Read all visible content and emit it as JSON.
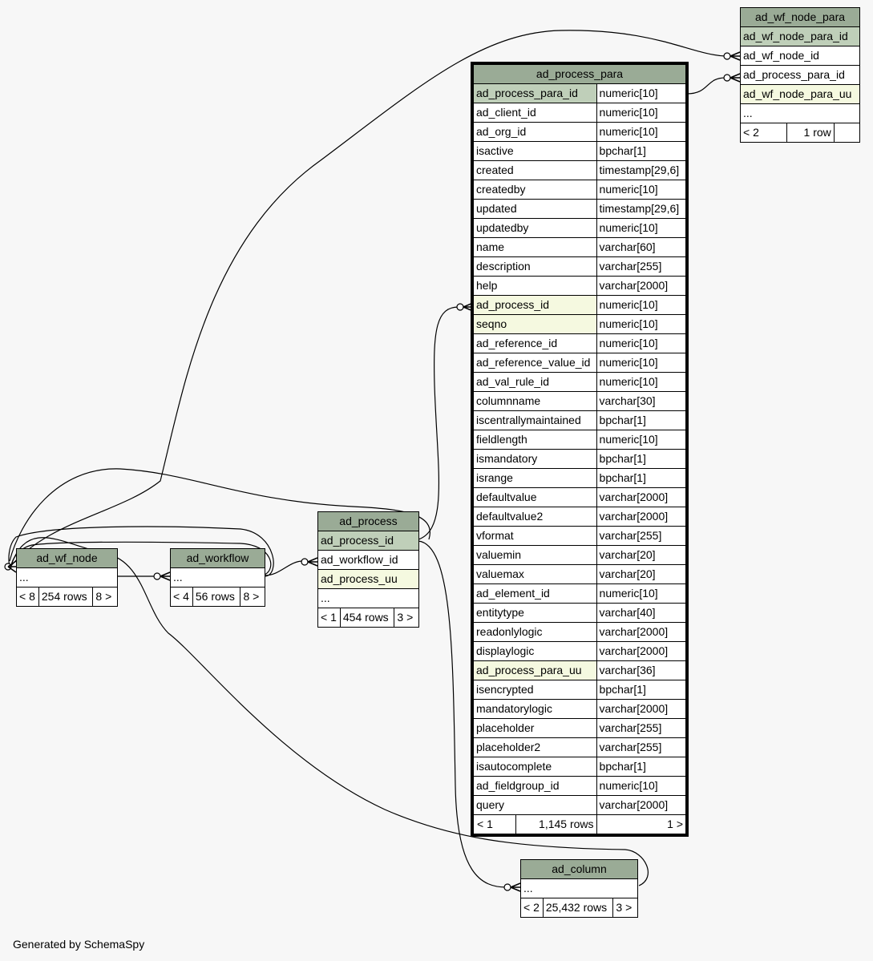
{
  "colors": {
    "header": "#9aab96",
    "primary_key": "#bfcfb9",
    "indexed": "#f5f9e0",
    "background": "#f7f7f7",
    "line": "#000000"
  },
  "tables": {
    "ad_process_para": {
      "name": "ad_process_para",
      "columns": [
        {
          "name": "ad_process_para_id",
          "type": "numeric[10]",
          "style": "pk"
        },
        {
          "name": "ad_client_id",
          "type": "numeric[10]",
          "style": ""
        },
        {
          "name": "ad_org_id",
          "type": "numeric[10]",
          "style": ""
        },
        {
          "name": "isactive",
          "type": "bpchar[1]",
          "style": ""
        },
        {
          "name": "created",
          "type": "timestamp[29,6]",
          "style": ""
        },
        {
          "name": "createdby",
          "type": "numeric[10]",
          "style": ""
        },
        {
          "name": "updated",
          "type": "timestamp[29,6]",
          "style": ""
        },
        {
          "name": "updatedby",
          "type": "numeric[10]",
          "style": ""
        },
        {
          "name": "name",
          "type": "varchar[60]",
          "style": ""
        },
        {
          "name": "description",
          "type": "varchar[255]",
          "style": ""
        },
        {
          "name": "help",
          "type": "varchar[2000]",
          "style": ""
        },
        {
          "name": "ad_process_id",
          "type": "numeric[10]",
          "style": "idx"
        },
        {
          "name": "seqno",
          "type": "numeric[10]",
          "style": "idx"
        },
        {
          "name": "ad_reference_id",
          "type": "numeric[10]",
          "style": ""
        },
        {
          "name": "ad_reference_value_id",
          "type": "numeric[10]",
          "style": ""
        },
        {
          "name": "ad_val_rule_id",
          "type": "numeric[10]",
          "style": ""
        },
        {
          "name": "columnname",
          "type": "varchar[30]",
          "style": ""
        },
        {
          "name": "iscentrallymaintained",
          "type": "bpchar[1]",
          "style": ""
        },
        {
          "name": "fieldlength",
          "type": "numeric[10]",
          "style": ""
        },
        {
          "name": "ismandatory",
          "type": "bpchar[1]",
          "style": ""
        },
        {
          "name": "isrange",
          "type": "bpchar[1]",
          "style": ""
        },
        {
          "name": "defaultvalue",
          "type": "varchar[2000]",
          "style": ""
        },
        {
          "name": "defaultvalue2",
          "type": "varchar[2000]",
          "style": ""
        },
        {
          "name": "vformat",
          "type": "varchar[255]",
          "style": ""
        },
        {
          "name": "valuemin",
          "type": "varchar[20]",
          "style": ""
        },
        {
          "name": "valuemax",
          "type": "varchar[20]",
          "style": ""
        },
        {
          "name": "ad_element_id",
          "type": "numeric[10]",
          "style": ""
        },
        {
          "name": "entitytype",
          "type": "varchar[40]",
          "style": ""
        },
        {
          "name": "readonlylogic",
          "type": "varchar[2000]",
          "style": ""
        },
        {
          "name": "displaylogic",
          "type": "varchar[2000]",
          "style": ""
        },
        {
          "name": "ad_process_para_uu",
          "type": "varchar[36]",
          "style": "idx"
        },
        {
          "name": "isencrypted",
          "type": "bpchar[1]",
          "style": ""
        },
        {
          "name": "mandatorylogic",
          "type": "varchar[2000]",
          "style": ""
        },
        {
          "name": "placeholder",
          "type": "varchar[255]",
          "style": ""
        },
        {
          "name": "placeholder2",
          "type": "varchar[255]",
          "style": ""
        },
        {
          "name": "isautocomplete",
          "type": "bpchar[1]",
          "style": ""
        },
        {
          "name": "ad_fieldgroup_id",
          "type": "numeric[10]",
          "style": ""
        },
        {
          "name": "query",
          "type": "varchar[2000]",
          "style": ""
        }
      ],
      "footer": {
        "parents": "< 1",
        "rows": "1,145 rows",
        "children": "1 >"
      }
    },
    "ad_wf_node_para": {
      "name": "ad_wf_node_para",
      "columns": [
        {
          "name": "ad_wf_node_para_id",
          "style": "pk"
        },
        {
          "name": "ad_wf_node_id",
          "style": ""
        },
        {
          "name": "ad_process_para_id",
          "style": ""
        },
        {
          "name": "ad_wf_node_para_uu",
          "style": "idx"
        },
        {
          "name": "...",
          "style": ""
        }
      ],
      "footer": {
        "parents": "< 2",
        "rows": "1 row",
        "children": ""
      }
    },
    "ad_process": {
      "name": "ad_process",
      "columns": [
        {
          "name": "ad_process_id",
          "style": "pk"
        },
        {
          "name": "ad_workflow_id",
          "style": ""
        },
        {
          "name": "ad_process_uu",
          "style": "idx"
        },
        {
          "name": "...",
          "style": ""
        }
      ],
      "footer": {
        "parents": "< 1",
        "rows": "454 rows",
        "children": "3 >"
      }
    },
    "ad_workflow": {
      "name": "ad_workflow",
      "columns": [
        {
          "name": "...",
          "style": ""
        }
      ],
      "footer": {
        "parents": "< 4",
        "rows": "56 rows",
        "children": "8 >"
      }
    },
    "ad_wf_node": {
      "name": "ad_wf_node",
      "columns": [
        {
          "name": "...",
          "style": ""
        }
      ],
      "footer": {
        "parents": "< 8",
        "rows": "254 rows",
        "children": "8 >"
      }
    },
    "ad_column": {
      "name": "ad_column",
      "columns": [
        {
          "name": "...",
          "style": ""
        }
      ],
      "footer": {
        "parents": "< 2",
        "rows": "25,432 rows",
        "children": "3 >"
      }
    }
  },
  "footer_text": "Generated by SchemaSpy"
}
